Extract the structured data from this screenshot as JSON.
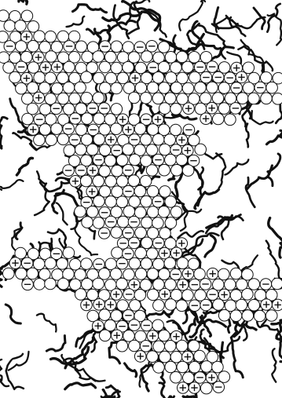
{
  "figure": {
    "particle_types": [
      "neutral",
      "negative",
      "positive"
    ],
    "negative_symbol": "⊖",
    "positive_symbol": "⊕",
    "colors": {
      "background": "#ffffff",
      "stroke": "#111111",
      "particle_fill": "#ffffff"
    }
  }
}
